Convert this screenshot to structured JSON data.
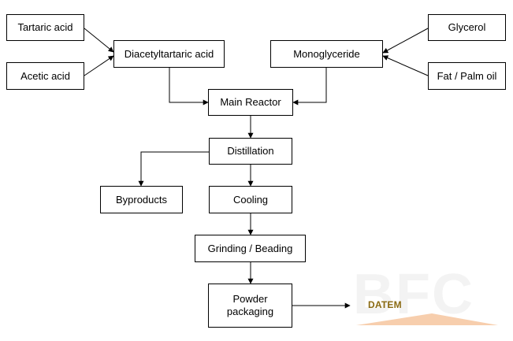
{
  "nodes": {
    "tartaric_acid": "Tartaric acid",
    "acetic_acid": "Acetic acid",
    "diacetyltartaric_acid": "Diacetyltartaric acid",
    "monoglyceride": "Monoglyceride",
    "glycerol": "Glycerol",
    "fat_palm_oil": "Fat / Palm oil",
    "main_reactor": "Main Reactor",
    "distillation": "Distillation",
    "byproducts": "Byproducts",
    "cooling": "Cooling",
    "grinding_beading": "Grinding / Beading",
    "powder_packaging": "Powder packaging"
  },
  "output_label": "DATEM",
  "watermark": {
    "logo_text": "BFC"
  },
  "colors": {
    "line": "#000000",
    "output_label": "#8a6a12",
    "watermark_triangle": "#f6c9a4"
  }
}
